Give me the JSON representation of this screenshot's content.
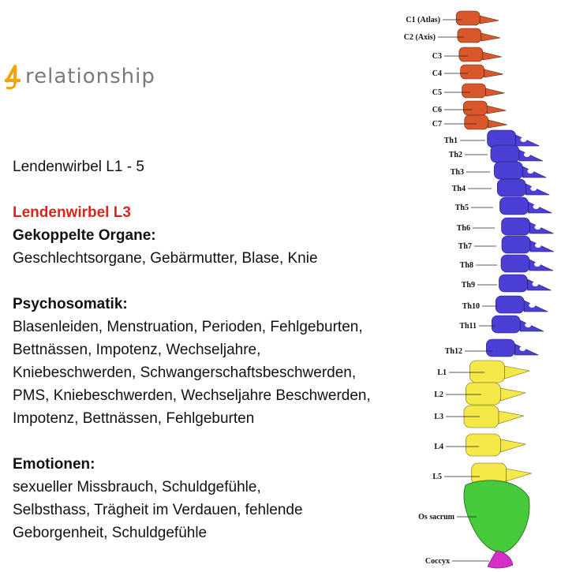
{
  "logo": {
    "numeral": "4",
    "word": "relationship"
  },
  "content": {
    "heading": "Lendenwirbel L1 - 5",
    "vertebra_title": "Lendenwirbel L3",
    "organs_label": "Gekoppelte Organe:",
    "organs_text": "Geschlechtsorgane, Gebärmutter, Blase, Knie",
    "psycho_label": "Psychosomatik:",
    "psycho_lines": [
      "Blasenleiden, Menstruation, Perioden, Fehlgeburten,",
      "Bettnässen, Impotenz, Wechseljahre,",
      "Kniebeschwerden, Schwangerschaftsbeschwerden,",
      "PMS, Kniebeschwerden, Wechseljahre Beschwerden,",
      "Impotenz, Bettnässen, Fehlgeburten"
    ],
    "emotions_label": "Emotionen:",
    "emotions_lines": [
      "sexueller Missbrauch, Schuldgefühle,",
      "Selbsthass, Trägheit im Verdauen, fehlende",
      "Geborgenheit, Schuldgefühle"
    ]
  },
  "spine": {
    "colors": {
      "cervical": "#d9582b",
      "thoracic": "#4b3fd6",
      "lumbar": "#f5e94a",
      "sacrum": "#46c93a",
      "coccyx": "#d62fc8",
      "logo_orange": "#f2a20c"
    },
    "labels": [
      "C1 (Atlas)",
      "C2 (Axis)",
      "C3",
      "C4",
      "C5",
      "C6",
      "C7",
      "Th1",
      "Th2",
      "Th3",
      "Th4",
      "Th5",
      "Th6",
      "Th7",
      "Th8",
      "Th9",
      "Th10",
      "Th11",
      "Th12",
      "L1",
      "L2",
      "L3",
      "L4",
      "L5",
      "Os sacrum",
      "Coccyx"
    ]
  }
}
